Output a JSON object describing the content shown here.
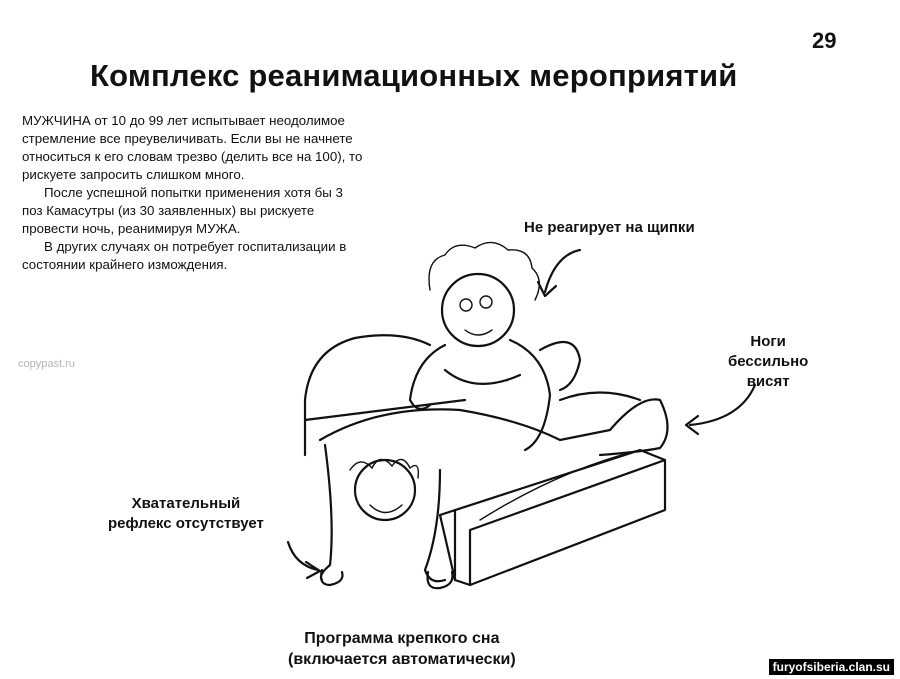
{
  "page_number": "29",
  "title": "Комплекс реанимационных мероприятий",
  "body": {
    "paragraphs": [
      "МУЖЧИНА от 10 до 99 лет испытывает неодолимое стремление все преувеличивать. Если вы не начнете относиться к его словам трезво (делить все на 100), то рискуете запросить слишком много.",
      "После успешной попытки применения хотя бы 3 поз Камасутры (из 30 заявленных) вы рискуете провести ночь, реанимируя МУЖА.",
      "В других случаях он потребует госпитализации в состоянии крайнего изможден­ия."
    ]
  },
  "callouts": {
    "pinch": "Не реагирует на щипки",
    "legs_line1": "Ноги",
    "legs_line2": "бессильно",
    "legs_line3": "висят",
    "reflex_line1": "Хватательный",
    "reflex_line2": "рефлекс отсутствует",
    "sleep_line1": "Программа крепкого сна",
    "sleep_line2": "(включается автоматически)"
  },
  "watermarks": {
    "left": "copypast.ru",
    "site": "furyofsiberia.clan.su"
  }
}
